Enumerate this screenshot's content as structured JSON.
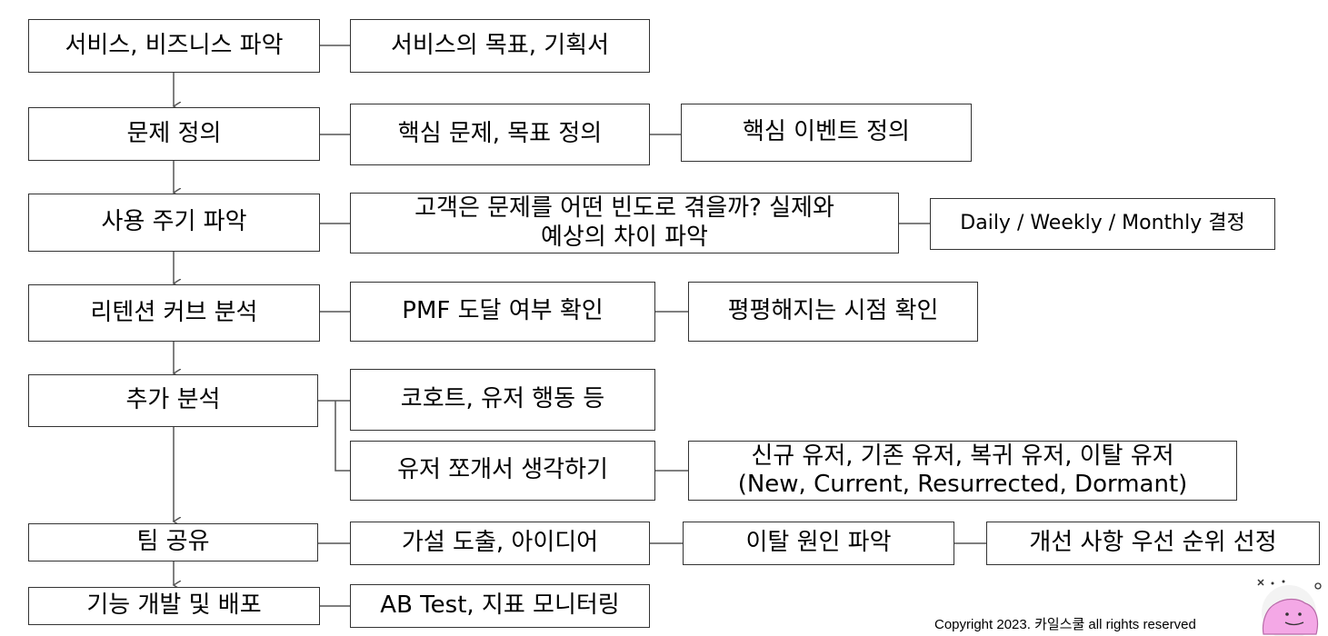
{
  "steps": {
    "s1": "서비스, 비즈니스 파악",
    "s2": "문제 정의",
    "s3": "사용 주기 파악",
    "s4": "리텐션 커브 분석",
    "s5": "추가 분석",
    "s6": "팀 공유",
    "s7": "기능 개발 및 배포"
  },
  "details": {
    "d1": "서비스의 목표, 기획서",
    "d2a": "핵심 문제, 목표 정의",
    "d2b": "핵심 이벤트 정의",
    "d3a_line1": "고객은 문제를 어떤 빈도로 겪을까? 실제와",
    "d3a_line2": "예상의 차이 파악",
    "d3b": "Daily / Weekly / Monthly 결정",
    "d4a": "PMF 도달 여부 확인",
    "d4b": "평평해지는 시점 확인",
    "d5a": "코호트, 유저 행동 등",
    "d5b": "유저 쪼개서 생각하기",
    "d5c_line1": "신규 유저, 기존 유저, 복귀 유저, 이탈 유저",
    "d5c_line2": "(New, Current, Resurrected, Dormant)",
    "d6a": "가설 도출, 아이디어",
    "d6b": "이탈 원인 파악",
    "d6c": "개선 사항 우선 순위 선정",
    "d7": "AB Test, 지표 모니터링"
  },
  "footer": {
    "copyright": "Copyright 2023. 카일스쿨 all rights reserved"
  },
  "colors": {
    "line": "#555555",
    "border": "#333333",
    "mascot": "#f4a8e6"
  }
}
